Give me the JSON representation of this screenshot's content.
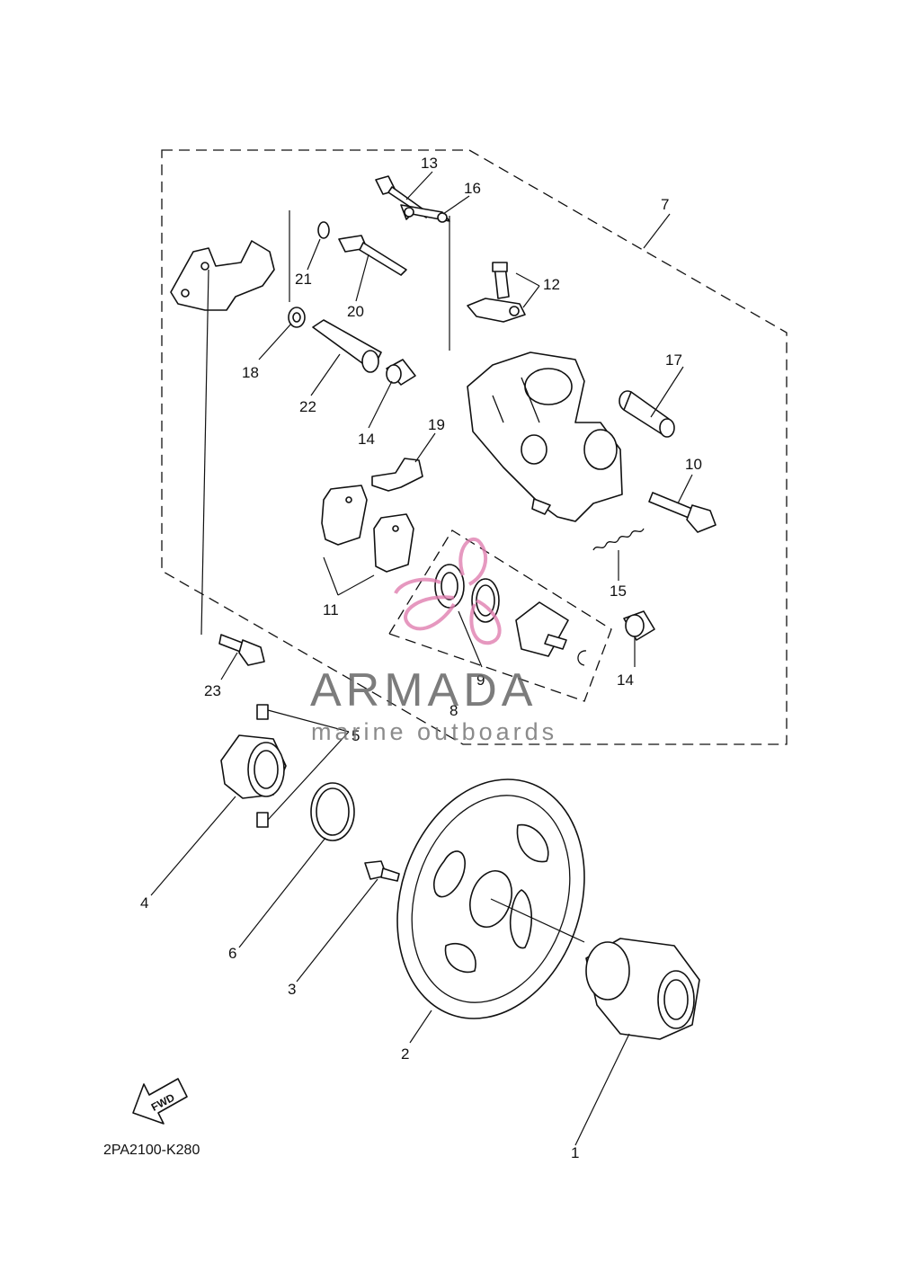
{
  "diagram_code": "2PA2100-K280",
  "fwd_label": "FWD",
  "watermark": {
    "brand": "ARMADA",
    "tagline": "marine outboards",
    "accent_color": "#e07fb0"
  },
  "callouts": [
    {
      "id": "c1",
      "text": "1"
    },
    {
      "id": "c2",
      "text": "2"
    },
    {
      "id": "c3",
      "text": "3"
    },
    {
      "id": "c4",
      "text": "4"
    },
    {
      "id": "c5",
      "text": "5"
    },
    {
      "id": "c6",
      "text": "6"
    },
    {
      "id": "c7",
      "text": "7"
    },
    {
      "id": "c8",
      "text": "8"
    },
    {
      "id": "c9",
      "text": "9"
    },
    {
      "id": "c10",
      "text": "10"
    },
    {
      "id": "c11",
      "text": "11"
    },
    {
      "id": "c12",
      "text": "12"
    },
    {
      "id": "c13",
      "text": "13"
    },
    {
      "id": "c14a",
      "text": "14"
    },
    {
      "id": "c14b",
      "text": "14"
    },
    {
      "id": "c15",
      "text": "15"
    },
    {
      "id": "c16",
      "text": "16"
    },
    {
      "id": "c17",
      "text": "17"
    },
    {
      "id": "c18",
      "text": "18"
    },
    {
      "id": "c19",
      "text": "19"
    },
    {
      "id": "c20",
      "text": "20"
    },
    {
      "id": "c21",
      "text": "21"
    },
    {
      "id": "c22",
      "text": "22"
    },
    {
      "id": "c23",
      "text": "23"
    }
  ]
}
